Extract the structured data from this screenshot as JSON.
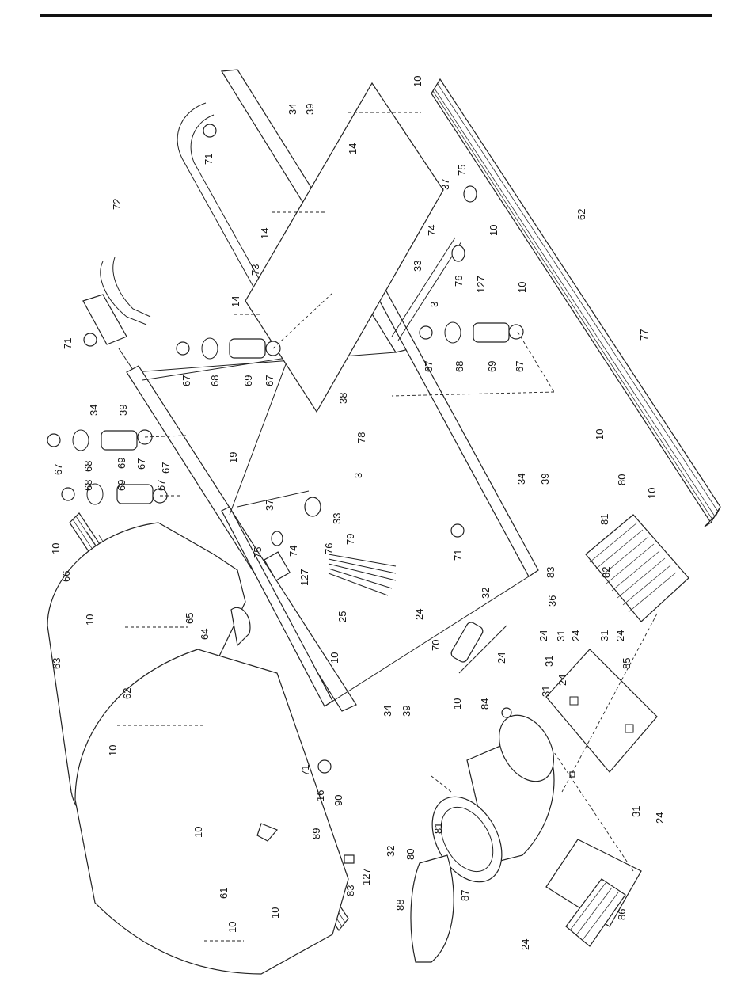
{
  "document": {
    "type": "exploded-parts-diagram"
  },
  "callouts": [
    {
      "id": "c10a",
      "text": "10"
    },
    {
      "id": "c34a",
      "text": "34"
    },
    {
      "id": "c39a",
      "text": "39"
    },
    {
      "id": "c71a",
      "text": "71"
    },
    {
      "id": "c72",
      "text": "72"
    },
    {
      "id": "c14a",
      "text": "14"
    },
    {
      "id": "c14b",
      "text": "14"
    },
    {
      "id": "c14c",
      "text": "14"
    },
    {
      "id": "c73",
      "text": "73"
    },
    {
      "id": "c37a",
      "text": "37"
    },
    {
      "id": "c75a",
      "text": "75"
    },
    {
      "id": "c74a",
      "text": "74"
    },
    {
      "id": "c10b",
      "text": "10"
    },
    {
      "id": "c62a",
      "text": "62"
    },
    {
      "id": "c33a",
      "text": "33"
    },
    {
      "id": "c76a",
      "text": "76"
    },
    {
      "id": "c127a",
      "text": "127"
    },
    {
      "id": "c3a",
      "text": "3"
    },
    {
      "id": "c10c",
      "text": "10"
    },
    {
      "id": "c71b",
      "text": "71"
    },
    {
      "id": "c67a",
      "text": "67"
    },
    {
      "id": "c68a",
      "text": "68"
    },
    {
      "id": "c69a",
      "text": "69"
    },
    {
      "id": "c67b",
      "text": "67"
    },
    {
      "id": "c67c",
      "text": "67"
    },
    {
      "id": "c68b",
      "text": "68"
    },
    {
      "id": "c69b",
      "text": "69"
    },
    {
      "id": "c67d",
      "text": "67"
    },
    {
      "id": "c77",
      "text": "77"
    },
    {
      "id": "c34b",
      "text": "34"
    },
    {
      "id": "c39b",
      "text": "39"
    },
    {
      "id": "c38",
      "text": "38"
    },
    {
      "id": "c10d",
      "text": "10"
    },
    {
      "id": "c78",
      "text": "78"
    },
    {
      "id": "c67e",
      "text": "67"
    },
    {
      "id": "c68c",
      "text": "68"
    },
    {
      "id": "c69c",
      "text": "69"
    },
    {
      "id": "c67f",
      "text": "67"
    },
    {
      "id": "c67g",
      "text": "67"
    },
    {
      "id": "c68d",
      "text": "68"
    },
    {
      "id": "c69d",
      "text": "69"
    },
    {
      "id": "c67h",
      "text": "67"
    },
    {
      "id": "c19",
      "text": "19"
    },
    {
      "id": "c3b",
      "text": "3"
    },
    {
      "id": "c37b",
      "text": "37"
    },
    {
      "id": "c33b",
      "text": "33"
    },
    {
      "id": "c34c",
      "text": "34"
    },
    {
      "id": "c39c",
      "text": "39"
    },
    {
      "id": "c80a",
      "text": "80"
    },
    {
      "id": "c10e",
      "text": "10"
    },
    {
      "id": "c81a",
      "text": "81"
    },
    {
      "id": "c10f",
      "text": "10"
    },
    {
      "id": "c66",
      "text": "66"
    },
    {
      "id": "c75b",
      "text": "75"
    },
    {
      "id": "c74b",
      "text": "74"
    },
    {
      "id": "c76b",
      "text": "76"
    },
    {
      "id": "c79",
      "text": "79"
    },
    {
      "id": "c127b",
      "text": "127"
    },
    {
      "id": "c71c",
      "text": "71"
    },
    {
      "id": "c83a",
      "text": "83"
    },
    {
      "id": "c82",
      "text": "82"
    },
    {
      "id": "c65",
      "text": "65"
    },
    {
      "id": "c64",
      "text": "64"
    },
    {
      "id": "c32a",
      "text": "32"
    },
    {
      "id": "c36",
      "text": "36"
    },
    {
      "id": "c25",
      "text": "25"
    },
    {
      "id": "c24a",
      "text": "24"
    },
    {
      "id": "c10g",
      "text": "10"
    },
    {
      "id": "c63",
      "text": "63"
    },
    {
      "id": "c70",
      "text": "70"
    },
    {
      "id": "c24b",
      "text": "24"
    },
    {
      "id": "c31a",
      "text": "31"
    },
    {
      "id": "c24c",
      "text": "24"
    },
    {
      "id": "c31b",
      "text": "31"
    },
    {
      "id": "c24d",
      "text": "24"
    },
    {
      "id": "c24e",
      "text": "24"
    },
    {
      "id": "c31c",
      "text": "31"
    },
    {
      "id": "c10h",
      "text": "10"
    },
    {
      "id": "c24f",
      "text": "24"
    },
    {
      "id": "c85",
      "text": "85"
    },
    {
      "id": "c31d",
      "text": "31"
    },
    {
      "id": "c62b",
      "text": "62"
    },
    {
      "id": "c10i",
      "text": "10"
    },
    {
      "id": "c34d",
      "text": "34"
    },
    {
      "id": "c39d",
      "text": "39"
    },
    {
      "id": "c84",
      "text": "84"
    },
    {
      "id": "c10j",
      "text": "10"
    },
    {
      "id": "c71d",
      "text": "71"
    },
    {
      "id": "c16",
      "text": "16"
    },
    {
      "id": "c90",
      "text": "90"
    },
    {
      "id": "c89",
      "text": "89"
    },
    {
      "id": "c81b",
      "text": "81"
    },
    {
      "id": "c31e",
      "text": "31"
    },
    {
      "id": "c24g",
      "text": "24"
    },
    {
      "id": "c10k",
      "text": "10"
    },
    {
      "id": "c80b",
      "text": "80"
    },
    {
      "id": "c32b",
      "text": "32"
    },
    {
      "id": "c61",
      "text": "61"
    },
    {
      "id": "c127c",
      "text": "127"
    },
    {
      "id": "c83b",
      "text": "83"
    },
    {
      "id": "c87",
      "text": "87"
    },
    {
      "id": "c88",
      "text": "88"
    },
    {
      "id": "c10l",
      "text": "10"
    },
    {
      "id": "c10m",
      "text": "10"
    },
    {
      "id": "c86",
      "text": "86"
    },
    {
      "id": "c24h",
      "text": "24"
    }
  ]
}
